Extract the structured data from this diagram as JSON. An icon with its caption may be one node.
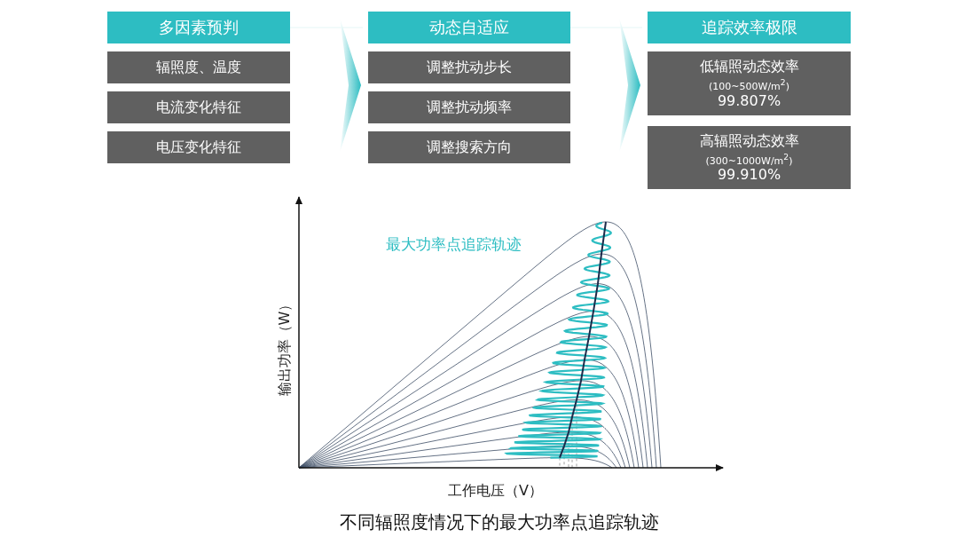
{
  "diagram": {
    "caption": "不同辐照度情况下的最大功率点追踪轨迹",
    "nodes": [
      {
        "text": [
          "多因素预判"
        ]
      },
      {
        "text": [
          "辐照度、温度"
        ]
      },
      {
        "text": [
          "电流变化特征"
        ]
      },
      {
        "text": [
          "电压变化特征"
        ]
      },
      {
        "text": [
          "动态自适应"
        ]
      },
      {
        "text": [
          "调整扰动步长"
        ]
      },
      {
        "text": [
          "调整扰动频率"
        ]
      },
      {
        "text": [
          "调整搜索方向"
        ]
      },
      {
        "text": [
          "追踪效率极限"
        ]
      },
      {
        "text": [
          "低辐照动态效率",
          "(100~500W/m$^{2}$)",
          "99.807%"
        ]
      },
      {
        "text": [
          "高辐照动态效率",
          "(300~1000W/m$^{2}$)",
          "99.910%"
        ]
      }
    ],
    "edges": [
      {
        "from": 0,
        "to": 4,
        "arrow": "to"
      },
      {
        "from": 4,
        "to": 8,
        "arrow": "to"
      }
    ],
    "labels": [
      "最大功率点追踪轨迹",
      "输出功率（W）",
      "工作电压（V）"
    ]
  }
}
